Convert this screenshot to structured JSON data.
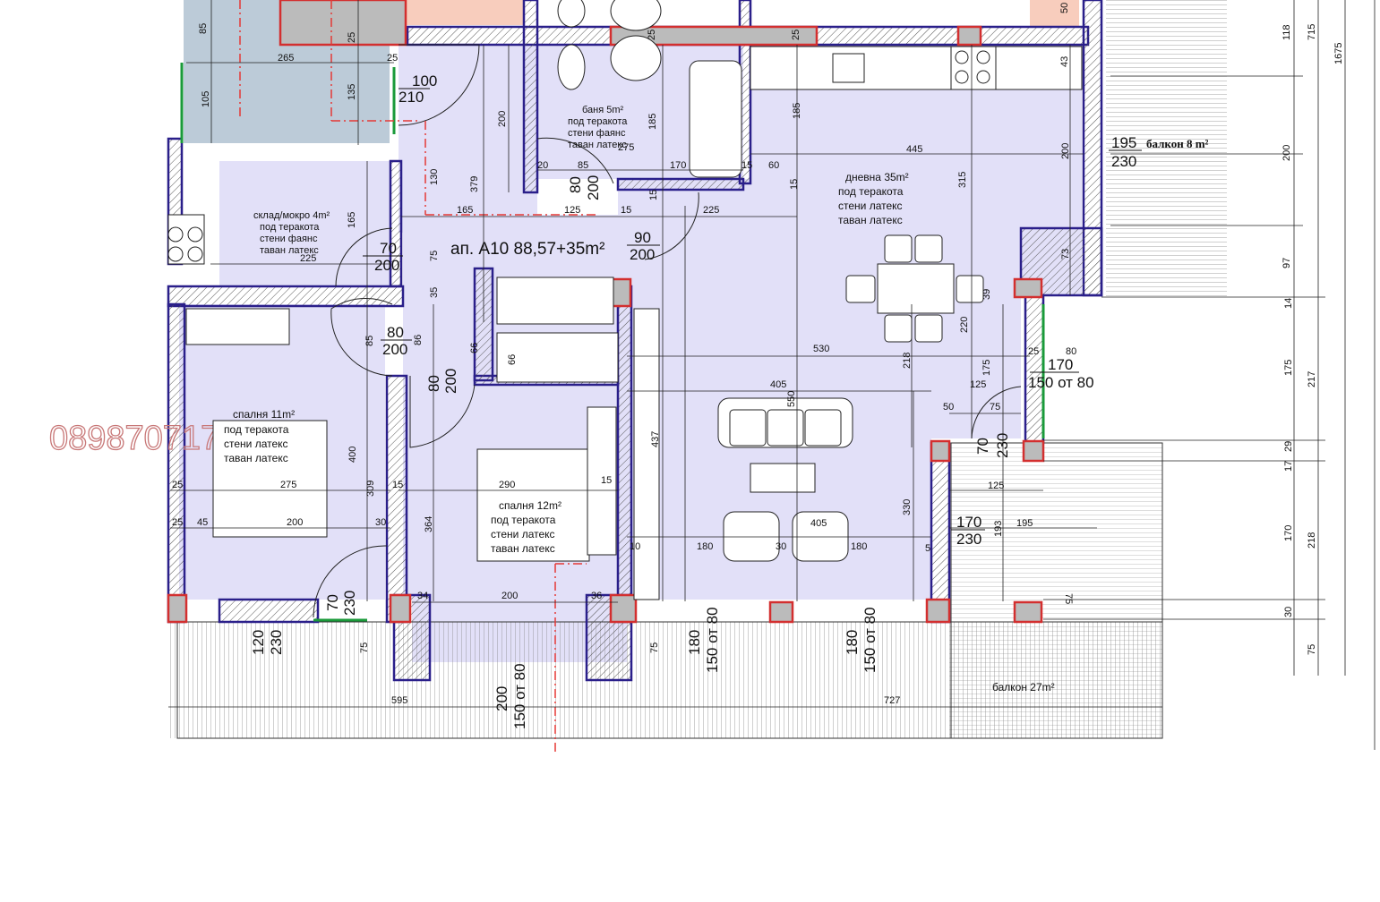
{
  "apartment": {
    "title": "ап. А10 88,57+35m²"
  },
  "watermark": "0898707172",
  "colors": {
    "floor": "#e2e0f8",
    "neighbor": "#f8cdbd",
    "storage": "#bccbd8",
    "wall_outline": "#2a1f8a",
    "column": "#d32f2f",
    "balcony_hatch": "#777777"
  },
  "rooms": [
    {
      "id": "bath",
      "lines": [
        "баня 5m²",
        "под   теракота",
        "стени   фаянс",
        "таван   латекс"
      ]
    },
    {
      "id": "storage",
      "lines": [
        "склад/мокро 4m²",
        "под   теракота",
        "стени   фаянс",
        "таван   латекс"
      ]
    },
    {
      "id": "living",
      "lines": [
        "дневна 35m²",
        "под   теракота",
        "стени   латекс",
        "таван   латекс"
      ]
    },
    {
      "id": "bed11",
      "lines": [
        "спалня 11m²",
        "под   теракота",
        "стени   латекс",
        "таван   латекс"
      ]
    },
    {
      "id": "bed12",
      "lines": [
        "спалня 12m²",
        "под   теракота",
        "стени   латекс",
        "таван   латекс"
      ]
    }
  ],
  "balconies": [
    {
      "id": "balcony-8",
      "label": "балкон 8 m²"
    },
    {
      "id": "balcony-27",
      "label": "балкон 27m²"
    }
  ],
  "openings": [
    {
      "w": "100",
      "h": "210"
    },
    {
      "w": "80",
      "h": "200"
    },
    {
      "w": "70",
      "h": "200"
    },
    {
      "w": "90",
      "h": "200"
    },
    {
      "w": "80",
      "h": "200"
    },
    {
      "w": "80",
      "h": "200"
    },
    {
      "w": "195",
      "h": "230"
    },
    {
      "w": "170",
      "h": "150 от 80"
    },
    {
      "w": "70",
      "h": "230"
    },
    {
      "w": "170",
      "h": "230"
    },
    {
      "w": "70",
      "h": "230"
    },
    {
      "w": "120",
      "h": "230"
    },
    {
      "w": "200",
      "h": "150 от 80"
    },
    {
      "w": "180",
      "h": "150 от 80"
    },
    {
      "w": "180",
      "h": "150 от 80"
    }
  ],
  "dimensions": [
    "85",
    "265",
    "105",
    "135",
    "25",
    "25",
    "25",
    "25",
    "50",
    "43",
    "118",
    "715",
    "1675",
    "200",
    "185",
    "185",
    "445",
    "315",
    "200",
    "97",
    "73",
    "14",
    "175",
    "217",
    "29",
    "17",
    "170",
    "218",
    "30",
    "75",
    "165",
    "125",
    "225",
    "379",
    "200",
    "130",
    "75",
    "35",
    "66",
    "66",
    "86",
    "85",
    "225",
    "165",
    "530",
    "405",
    "550",
    "437",
    "218",
    "220",
    "39",
    "125",
    "50",
    "75",
    "175",
    "193",
    "330",
    "25",
    "80",
    "195",
    "125",
    "405",
    "290",
    "15",
    "180",
    "180",
    "30",
    "10",
    "5",
    "34",
    "36",
    "200",
    "400",
    "309",
    "364",
    "275",
    "200",
    "45",
    "25",
    "25",
    "30",
    "15",
    "595",
    "727",
    "75",
    "75",
    "20",
    "85",
    "170",
    "15",
    "60",
    "15",
    "15",
    "15",
    "75",
    "275"
  ]
}
